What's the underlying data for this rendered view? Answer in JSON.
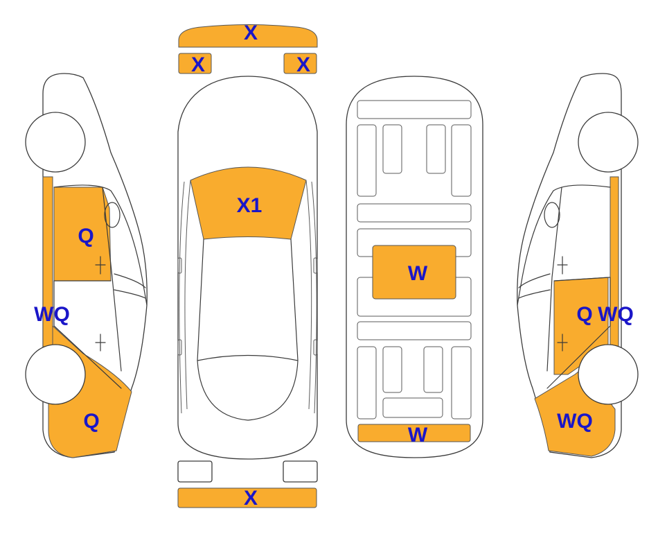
{
  "colors": {
    "damage": "#F9AC2E",
    "label": "#1a16c8",
    "outline": "#3a3a3a"
  },
  "labels": {
    "top_bumper": "X",
    "top_left_light": "X",
    "top_right_light": "X",
    "windshield": "X1",
    "bottom_bumper": "X",
    "underbody_center": "W",
    "underbody_rear": "W",
    "left_front_door": "Q",
    "left_side": "WQ",
    "left_rear_quarter": "Q",
    "right_door": "Q",
    "right_side": "WQ",
    "right_rear_quarter": "WQ"
  }
}
